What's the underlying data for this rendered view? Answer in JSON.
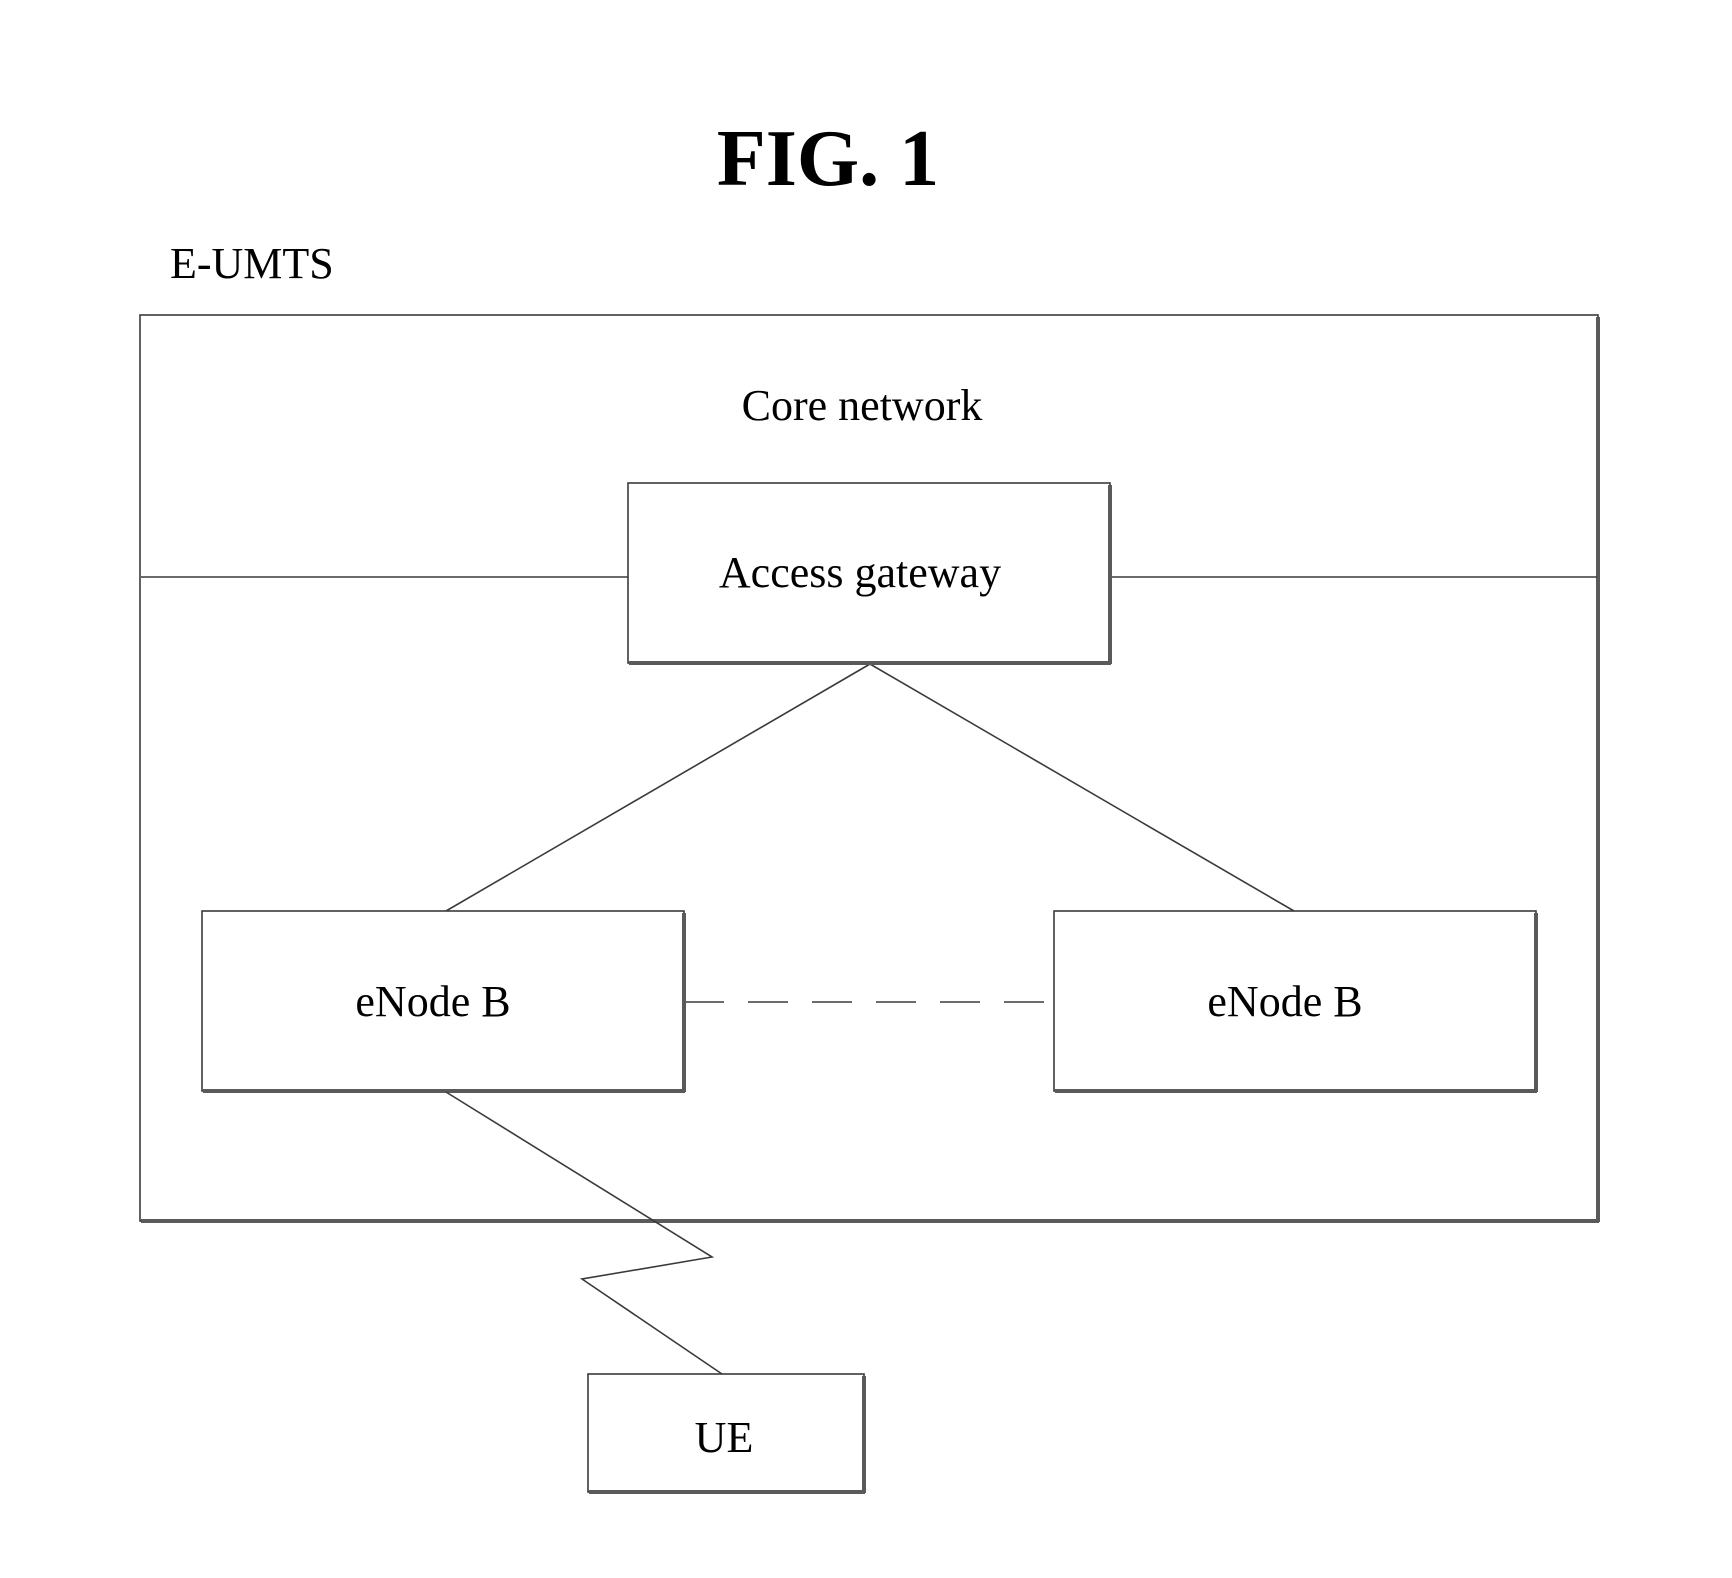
{
  "figure": {
    "title": "FIG. 1",
    "system_label": "E-UMTS",
    "core_network_label": "Core network"
  },
  "nodes": {
    "access_gateway": "Access gateway",
    "enodeb_left": "eNode B",
    "enodeb_right": "eNode B",
    "ue": "UE"
  }
}
